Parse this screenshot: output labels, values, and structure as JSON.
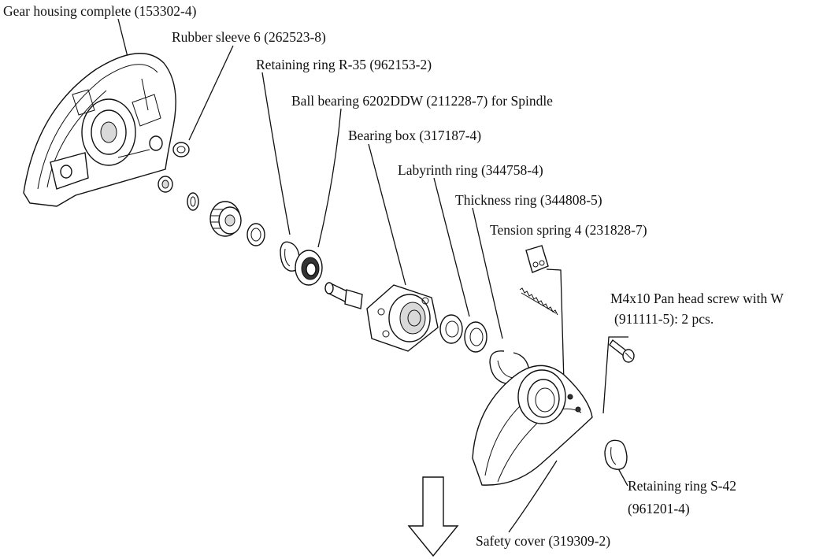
{
  "labels": {
    "gear_housing": "Gear housing complete (153302-4)",
    "rubber_sleeve": "Rubber sleeve 6 (262523-8)",
    "retaining_ring_r35": "Retaining ring R-35 (962153-2)",
    "ball_bearing": "Ball bearing 6202DDW (211228-7) for Spindle",
    "bearing_box": "Bearing box (317187-4)",
    "labyrinth_ring": "Labyrinth ring (344758-4)",
    "thickness_ring": "Thickness ring (344808-5)",
    "tension_spring": "Tension spring 4 (231828-7)",
    "pan_head_screw_line1": "M4x10 Pan head screw with W",
    "pan_head_screw_line2": "(911111-5): 2 pcs.",
    "retaining_ring_s42_line1": "Retaining ring S-42",
    "retaining_ring_s42_line2": "(961201-4)",
    "safety_cover": "Safety cover (319309-2)"
  }
}
